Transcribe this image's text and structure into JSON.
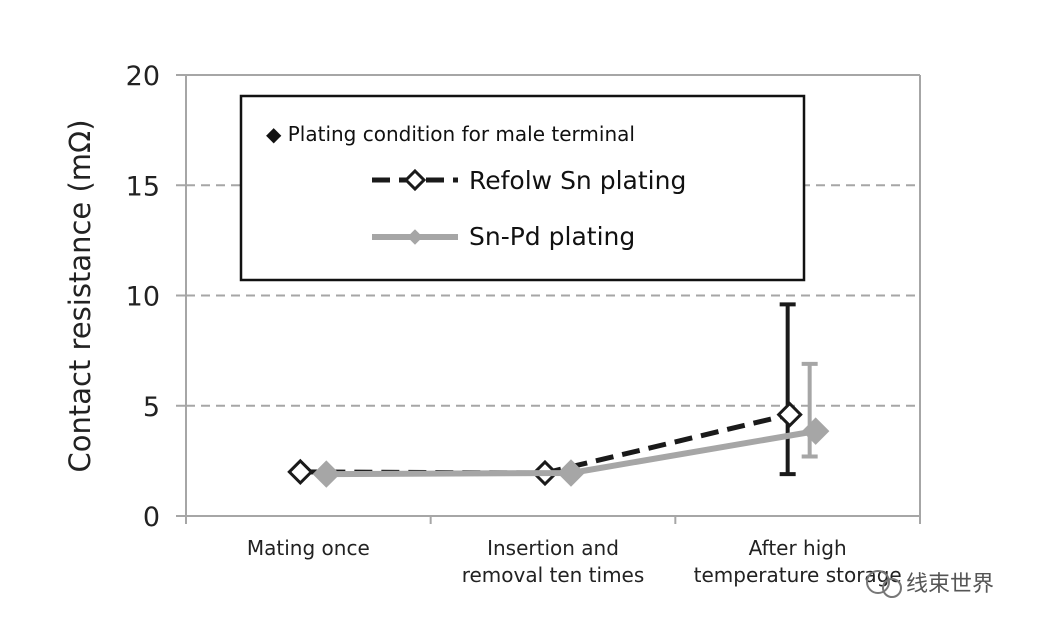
{
  "chart_data": {
    "type": "line",
    "title": "",
    "xlabel": "",
    "ylabel": "Contact resistance (mΩ)",
    "ylim": [
      0,
      20
    ],
    "y_ticks": [
      0,
      5,
      10,
      15,
      20
    ],
    "grid": true,
    "legend_position": "top-left",
    "legend_title": "◆ Plating condition for male terminal",
    "categories": [
      [
        "Mating once"
      ],
      [
        "Insertion and",
        "removal ten times"
      ],
      [
        "After high",
        "temperature storage"
      ]
    ],
    "series": [
      {
        "name": "Refolw Sn plating",
        "values": [
          2.0,
          1.95,
          4.6
        ],
        "error_low": [
          null,
          null,
          1.9
        ],
        "error_high": [
          null,
          null,
          9.6
        ],
        "color": "#1a1a1a",
        "style": "dashed",
        "marker": "open-diamond"
      },
      {
        "name": "Sn-Pd plating",
        "values": [
          1.9,
          1.95,
          3.85
        ],
        "error_low": [
          null,
          null,
          2.7
        ],
        "error_high": [
          null,
          null,
          6.9
        ],
        "color": "#a6a6a6",
        "style": "solid",
        "marker": "filled-diamond"
      }
    ]
  },
  "watermark": {
    "text": "线束世界"
  }
}
